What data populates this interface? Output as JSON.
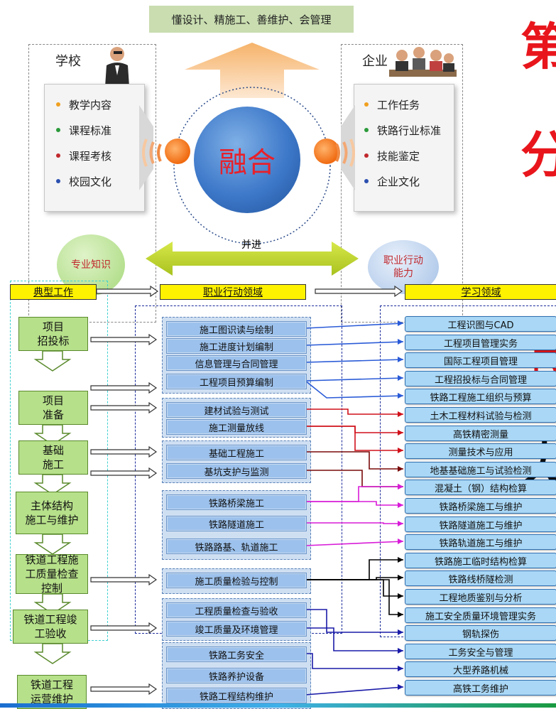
{
  "top_banner": "懂设计、精施工、善维护、会管理",
  "left_panel": {
    "title": "学校",
    "items": [
      {
        "text": "教学内容",
        "color": "#f0a020"
      },
      {
        "text": "课程标准",
        "color": "#2a9a3a"
      },
      {
        "text": "课程考核",
        "color": "#c0282d"
      },
      {
        "text": "校园文化",
        "color": "#2b4fb0"
      }
    ],
    "bubble": "专业知识"
  },
  "right_panel": {
    "title": "企业",
    "items": [
      {
        "text": "工作任务",
        "color": "#f0a020"
      },
      {
        "text": "铁路行业标准",
        "color": "#2a9a3a"
      },
      {
        "text": "技能鉴定",
        "color": "#c0282d"
      },
      {
        "text": "企业文化",
        "color": "#2b4fb0"
      }
    ],
    "bubble": "职业行动能力"
  },
  "center": "融合",
  "progress_label": "并进",
  "side_chars": [
    "第",
    "分",
    "岗",
    "力"
  ],
  "headers": {
    "col1": "典型工作",
    "col2": "职业行动领域",
    "col3": "学习领域"
  },
  "stages": [
    "项目\n招投标",
    "项目\n准备",
    "基础\n施工",
    "主体结构\n施工与维护",
    "铁道工程施\n工质量检查\n控制",
    "铁道工程竣\n工验收",
    "铁道工程\n运营维护"
  ],
  "fields": [
    "施工图识读与绘制",
    "施工进度计划编制",
    "信息管理与合同管理",
    "工程项目预算编制",
    "建材试验与测试",
    "施工测量放线",
    "基础工程施工",
    "基坑支护与监测",
    "铁路桥梁施工",
    "铁路隧道施工",
    "铁路路基、轨道施工",
    "施工质量检验与控制",
    "工程质量检查与验收",
    "竣工质量及环境管理",
    "铁路工务安全",
    "铁路养护设备",
    "铁路工程结构维护"
  ],
  "courses": [
    "工程识图与CAD",
    "工程项目管理实务",
    "国际工程项目管理",
    "工程招投标与合同管理",
    "铁路工程施工组织与预算",
    "土木工程材料试验与检测",
    "高铁精密测量",
    "测量技术与应用",
    "地基基础施工与试验检测",
    "混凝土（钢）结构检算",
    "铁路桥梁施工与维护",
    "铁路隧道施工与维护",
    "铁路轨道施工与维护",
    "铁路施工临时结构检算",
    "铁路线桥隧检测",
    "工程地质鉴别与分析",
    "施工安全质量环境管理实务",
    "钢轨探伤",
    "工务安全与管理",
    "大型养路机械",
    "高铁工务维护"
  ],
  "colors": {
    "blue_arrow": "#2a5bd7",
    "red_arrow": "#d0101a",
    "darkred_arrow": "#7a0a0a",
    "magenta_arrow": "#d81cd8",
    "black_arrow": "#000000",
    "navy_arrow": "#1a1aa8"
  }
}
